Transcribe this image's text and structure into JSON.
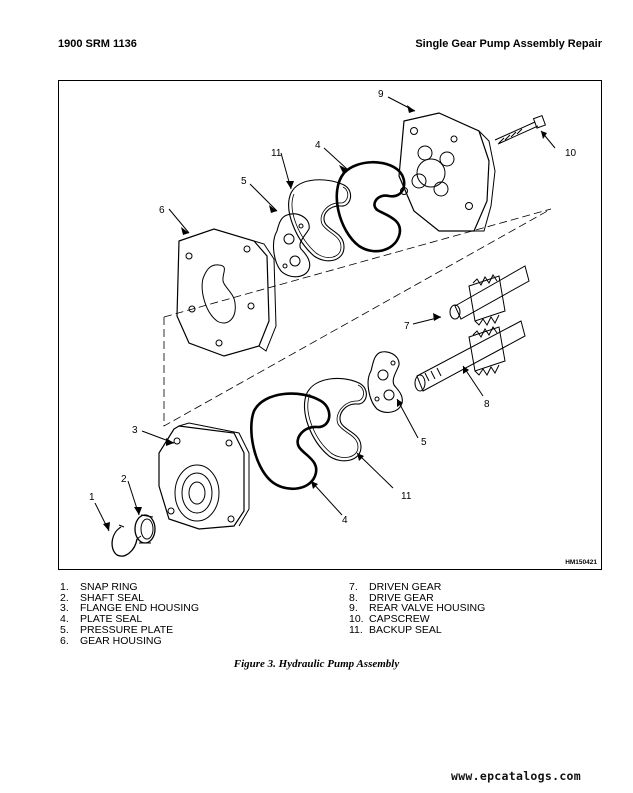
{
  "header": {
    "left": "1900 SRM 1136",
    "right": "Single Gear Pump Assembly Repair"
  },
  "figure": {
    "id": "HM150421",
    "callouts": [
      "1",
      "2",
      "3",
      "4",
      "4",
      "5",
      "5",
      "6",
      "7",
      "8",
      "9",
      "10",
      "11",
      "11"
    ]
  },
  "legend": {
    "left": [
      {
        "num": "1.",
        "label": "SNAP RING"
      },
      {
        "num": "2.",
        "label": "SHAFT SEAL"
      },
      {
        "num": "3.",
        "label": "FLANGE END HOUSING"
      },
      {
        "num": "4.",
        "label": "PLATE SEAL"
      },
      {
        "num": "5.",
        "label": "PRESSURE PLATE"
      },
      {
        "num": "6.",
        "label": "GEAR HOUSING"
      }
    ],
    "right": [
      {
        "num": "7.",
        "label": "DRIVEN GEAR"
      },
      {
        "num": "8.",
        "label": "DRIVE GEAR"
      },
      {
        "num": "9.",
        "label": "REAR VALVE HOUSING"
      },
      {
        "num": "10.",
        "label": "CAPSCREW"
      },
      {
        "num": "11.",
        "label": "BACKUP SEAL"
      }
    ]
  },
  "caption": "Figure 3. Hydraulic Pump Assembly",
  "watermark": "www.epcatalogs.com"
}
